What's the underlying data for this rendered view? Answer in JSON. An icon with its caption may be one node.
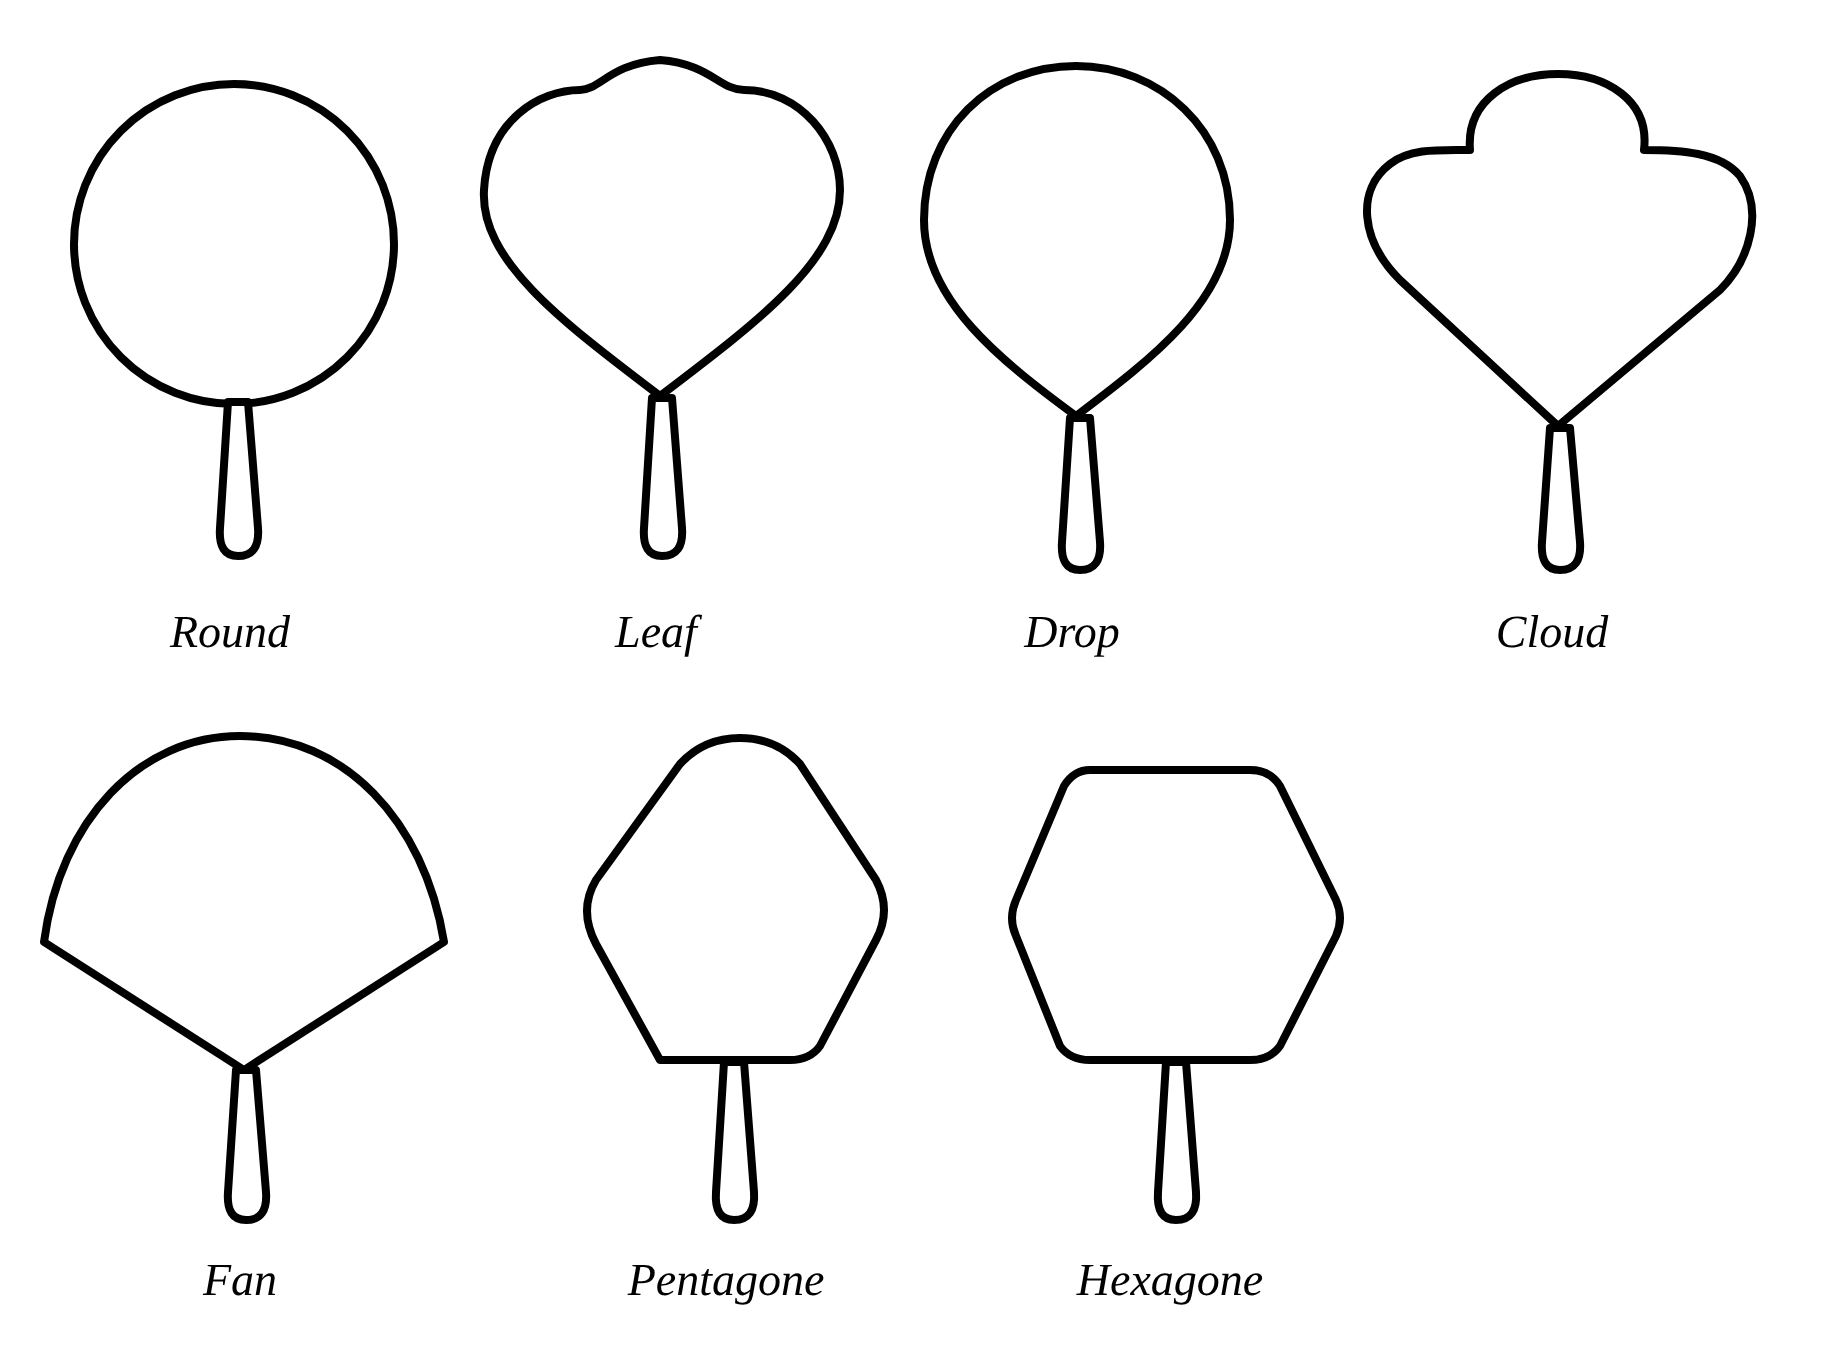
{
  "diagram": {
    "labels": [
      "Round",
      "Leaf",
      "Drop",
      "Cloud",
      "Fan",
      "Pentagone",
      "Hexagone"
    ]
  }
}
